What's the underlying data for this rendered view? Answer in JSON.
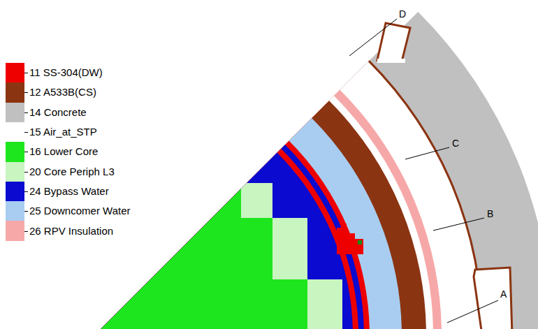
{
  "diagram": {
    "labels": [
      "A",
      "B",
      "C",
      "D"
    ],
    "legend": [
      {
        "text": "11 SS-304(DW)",
        "color": "#ee0000"
      },
      {
        "text": "12 A533B(CS)",
        "color": "#8b3412"
      },
      {
        "text": "14 Concrete",
        "color": "#c0c0c0"
      },
      {
        "text": "15 Air_at_STP",
        "color": "#ffffff"
      },
      {
        "text": "16 Lower Core",
        "color": "#1ee61e"
      },
      {
        "text": "20 Core Periph L3",
        "color": "#c8f5c0"
      },
      {
        "text": "24 Bypass Water",
        "color": "#0a0ad0"
      },
      {
        "text": "25 Downcomer Water",
        "color": "#a8cdf0"
      },
      {
        "text": "26 RPV Insulation",
        "color": "#f6a8a8"
      }
    ]
  }
}
